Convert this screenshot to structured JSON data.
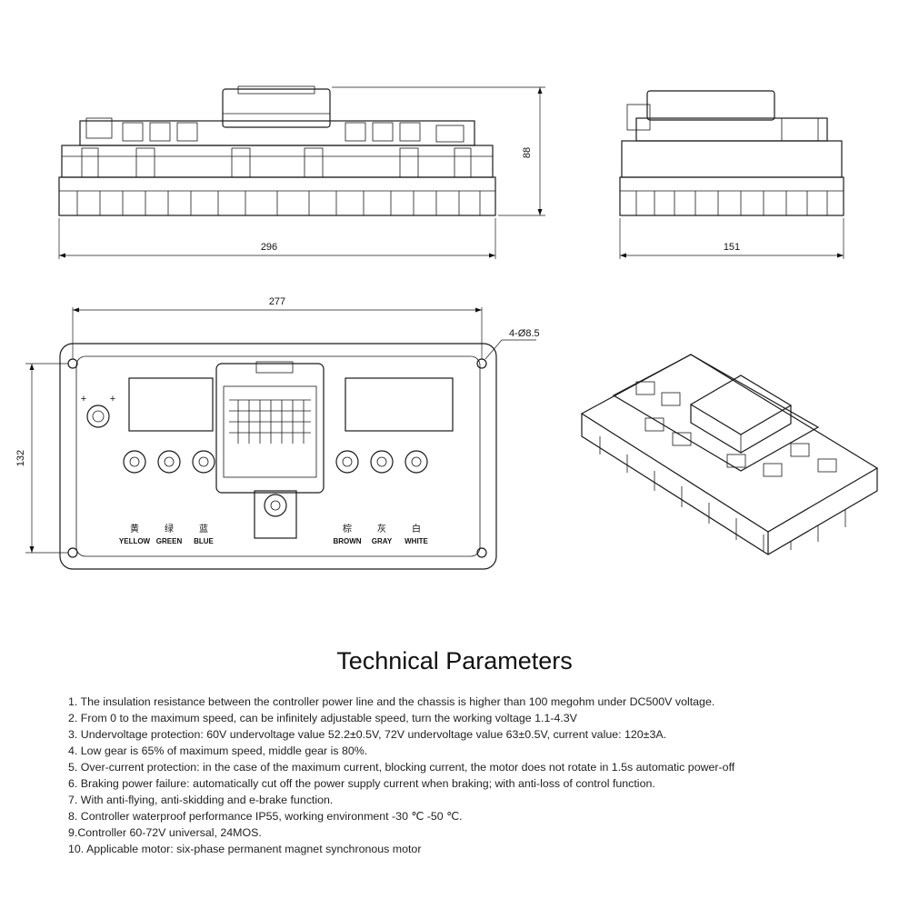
{
  "dimensions": {
    "front_width": "296",
    "front_height": "88",
    "side_width": "151",
    "top_width": "277",
    "top_height": "132",
    "holes": "4-Ø8.5"
  },
  "wire_labels": [
    {
      "cn": "黄",
      "en": "YELLOW"
    },
    {
      "cn": "绿",
      "en": "GREEN"
    },
    {
      "cn": "蓝",
      "en": "BLUE"
    },
    {
      "cn": "棕",
      "en": "BROWN"
    },
    {
      "cn": "灰",
      "en": "GRAY"
    },
    {
      "cn": "白",
      "en": "WHITE"
    }
  ],
  "terminal_signs": {
    "plus1": "+",
    "plus2": "+"
  },
  "section_title": "Technical Parameters",
  "parameters": [
    "1. The insulation resistance between the controller power line and the chassis is higher than 100 megohm under DC500V voltage.",
    "2. From 0 to the maximum speed, can be infinitely adjustable speed, turn the working voltage 1.1-4.3V",
    "3. Undervoltage protection: 60V undervoltage value 52.2±0.5V, 72V undervoltage value 63±0.5V, current value: 120±3A.",
    "4. Low gear is 65% of maximum speed, middle gear is 80%.",
    "5. Over-current protection: in the case of the maximum current, blocking current, the motor does not rotate in 1.5s automatic power-off",
    "6. Braking power failure: automatically cut off the power supply current when braking; with anti-loss of control function.",
    "7. With anti-flying, anti-skidding and e-brake function.",
    "8. Controller waterproof performance IP55, working environment -30 ℃ -50 ℃.",
    "9.Controller 60-72V universal, 24MOS.",
    "10. Applicable motor: six-phase permanent magnet synchronous motor"
  ]
}
